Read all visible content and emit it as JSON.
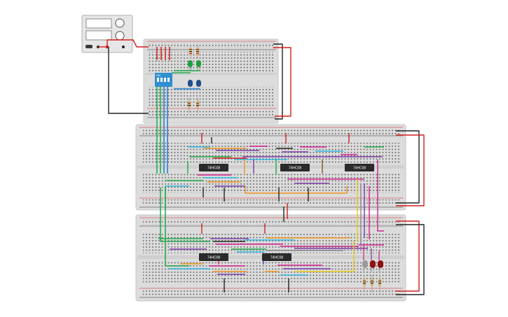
{
  "colors": {
    "background": "#ffffff",
    "breadboard": "#dcdcdc",
    "breadboard_edge": "#c8c8c8",
    "hole": "#4a4a4a",
    "rail_red": "#d11f1f",
    "rail_black": "#222222",
    "wire_green": "#20a84a",
    "wire_blue": "#1f7ccf",
    "wire_cyan": "#30b6e0",
    "wire_orange": "#f0931c",
    "wire_purple": "#7a3aa8",
    "wire_magenta": "#d31f8e",
    "wire_yellow": "#e8c716",
    "wire_brown": "#8a5a2a",
    "wire_gray": "#8a8a8a",
    "wire_white": "#d7d7d7",
    "chip": "#2a2a2a",
    "led_green": "#1e9e3c",
    "led_blue": "#1f4e8a",
    "led_red": "#8e1010",
    "led_gray": "#9a9a9a",
    "dip_switch": "#2f8fd0",
    "power_supply": "#e5e5e5"
  },
  "power_supply": {
    "name": "dc-power-supply",
    "icons": [
      "display-icon",
      "knob-icon",
      "terminal-icon"
    ]
  },
  "chips": [
    {
      "id": "chip-u1",
      "label": "74HC08"
    },
    {
      "id": "chip-u2",
      "label": "74HC08"
    },
    {
      "id": "chip-u3",
      "label": "74HC08"
    },
    {
      "id": "chip-u4",
      "label": "74HC08"
    },
    {
      "id": "chip-u5",
      "label": "74HC08"
    }
  ],
  "dip_switch": {
    "label": "ON",
    "positions": [
      "1",
      "2",
      "3",
      "4"
    ]
  },
  "breadboards": [
    {
      "id": "breadboard-small"
    },
    {
      "id": "breadboard-large-top"
    },
    {
      "id": "breadboard-large-bottom"
    }
  ],
  "leds": [
    {
      "id": "led-green-1",
      "color": "green"
    },
    {
      "id": "led-green-2",
      "color": "green"
    },
    {
      "id": "led-blue-1",
      "color": "blue"
    },
    {
      "id": "led-blue-2",
      "color": "blue"
    },
    {
      "id": "led-output-1",
      "color": "gray"
    },
    {
      "id": "led-output-2",
      "color": "red"
    },
    {
      "id": "led-output-3",
      "color": "red"
    }
  ]
}
